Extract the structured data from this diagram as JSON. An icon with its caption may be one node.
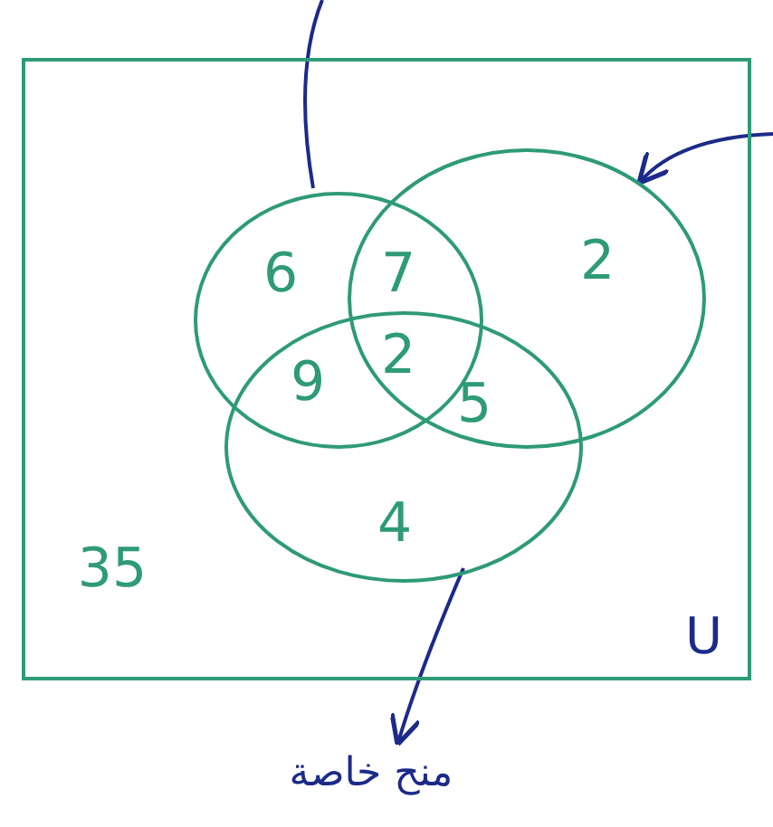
{
  "diagram": {
    "nodes": [
      {
        "text": [
          "U"
        ]
      },
      {
        "text": [],
        "shape": "circle",
        "in": 0
      },
      {
        "text": [],
        "shape": "circle",
        "in": 0
      },
      {
        "text": [],
        "shape": "circle",
        "in": 0
      },
      {
        "text": [
          "منح خاصة"
        ]
      }
    ],
    "edges": [
      {
        "from": 1,
        "to": null,
        "arrow": "none"
      },
      {
        "from": null,
        "to": 2,
        "arrow": "to"
      },
      {
        "from": 3,
        "to": 4,
        "arrow": "to"
      }
    ],
    "labels": [
      "6",
      "7",
      "2",
      "9",
      "2",
      "5",
      "4",
      "35"
    ]
  }
}
